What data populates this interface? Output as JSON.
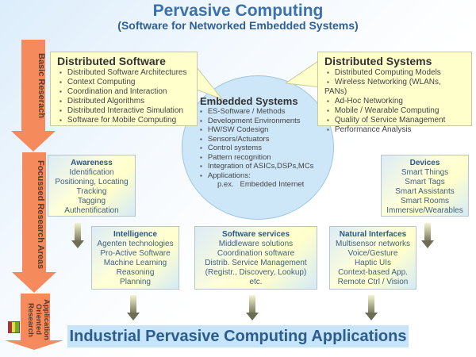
{
  "title": "Pervasive Computing",
  "subtitle": "(Software for Networked Embedded Systems)",
  "stages": [
    "Basic Reserach",
    "Focussed Research Areas",
    "Application Oriented Research"
  ],
  "dist_software": {
    "title": "Distributed Software",
    "items": [
      "Distributed Software Architectures",
      "Context Computing",
      "Coordination and Interaction",
      "Distributed Algorithms",
      "Distributed Interactive Simulation",
      "Software for Mobile Computing"
    ]
  },
  "dist_systems": {
    "title": "Distributed Systems",
    "items": [
      "Distributed Computing Models",
      "Wireless Networking (WLANs, PANs)",
      "Ad-Hoc Networking",
      "Mobile / Wearable Computing",
      "Quality of Service Management",
      "Performance Analysis"
    ]
  },
  "embedded": {
    "title": "Embedded Systems",
    "items": [
      "ES-Software / Methods",
      "Development Environments",
      "HW/SW Codesign",
      "Sensors/Actuators",
      "Control systems",
      "Pattern recognition",
      "Integration of ASICs,DSPs,MCs",
      "Applications:"
    ],
    "example": "p.ex.   Embedded Internet"
  },
  "awareness": {
    "title": "Awareness",
    "items": [
      "Identification",
      "Positioning, Locating",
      "Tracking",
      "Tagging",
      "Authentification"
    ]
  },
  "devices": {
    "title": "Devices",
    "items": [
      "Smart Things",
      "Smart Tags",
      "Smart Assistants",
      "Smart Rooms",
      "Immersive/Wearables"
    ]
  },
  "intelligence": {
    "title": "Intelligence",
    "items": [
      "Agenten technologies",
      "Pro-Active Software",
      "Machine Learning",
      "Reasoning",
      "Planning"
    ]
  },
  "software_services": {
    "title": "Software services",
    "items": [
      "Middleware solutions",
      "Coordination software",
      "Distrib. Service Management",
      "(Registr., Discovery, Lookup)",
      "etc."
    ]
  },
  "natural_interfaces": {
    "title": "Natural Interfaces",
    "items": [
      "Multisensor networks",
      "Voice/Gesture",
      "Haptic UIs",
      "Context-based App.",
      "Remote Ctrl / Vision"
    ]
  },
  "banner": "Industrial Pervasive Computing Applications"
}
